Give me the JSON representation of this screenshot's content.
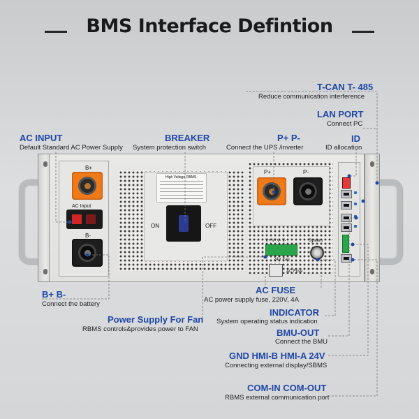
{
  "title": "BMS Interface Defintion",
  "callouts": {
    "tcan": {
      "label": "T-CAN T- 485",
      "desc": "Reduce communication interference"
    },
    "lan": {
      "label": "LAN PORT",
      "desc": "Connect PC"
    },
    "id": {
      "label": "ID",
      "desc": "ID allocation"
    },
    "ppn": {
      "label": "P+ P-",
      "desc": "Connect the UPS /inverter"
    },
    "breaker": {
      "label": "BREAKER",
      "desc": "System protection switch"
    },
    "ac_input": {
      "label": "AC INPUT",
      "desc": "Default Standard AC Power Supply"
    },
    "bpbn": {
      "label": "B+ B-",
      "desc": "Connect the battery"
    },
    "fan": {
      "label": "Power Supply For Fan",
      "desc": "RBMS controls&provides power to FAN"
    },
    "ac_fuse": {
      "label": "AC FUSE",
      "desc": "AC power supply fuse, 220V, 4A"
    },
    "indicator": {
      "label": "INDICATOR",
      "desc": "System operating status indication"
    },
    "bmu_out": {
      "label": "BMU-OUT",
      "desc": "Connect the BMU"
    },
    "hmi": {
      "label": "GND HMI-B HMI-A 24V",
      "desc": "Connecting external display/SBMS"
    },
    "com": {
      "label": "COM-IN COM-OUT",
      "desc": "RBMS external communication port"
    }
  },
  "device": {
    "b_plus": "B+",
    "b_minus": "B-",
    "ac_input": "AC Input",
    "on": "ON",
    "off": "OFF",
    "p_plus": "P+",
    "p_minus": "P-",
    "term_labels": "V+ V- V- V-",
    "fan_24v": "24V Fan",
    "system": "System",
    "ac_fuse": "AC Fuse",
    "sticker_title": "High Voltage RBMS"
  },
  "colors": {
    "accent": "#1f47a8",
    "connector_orange": "#f07a1a"
  }
}
